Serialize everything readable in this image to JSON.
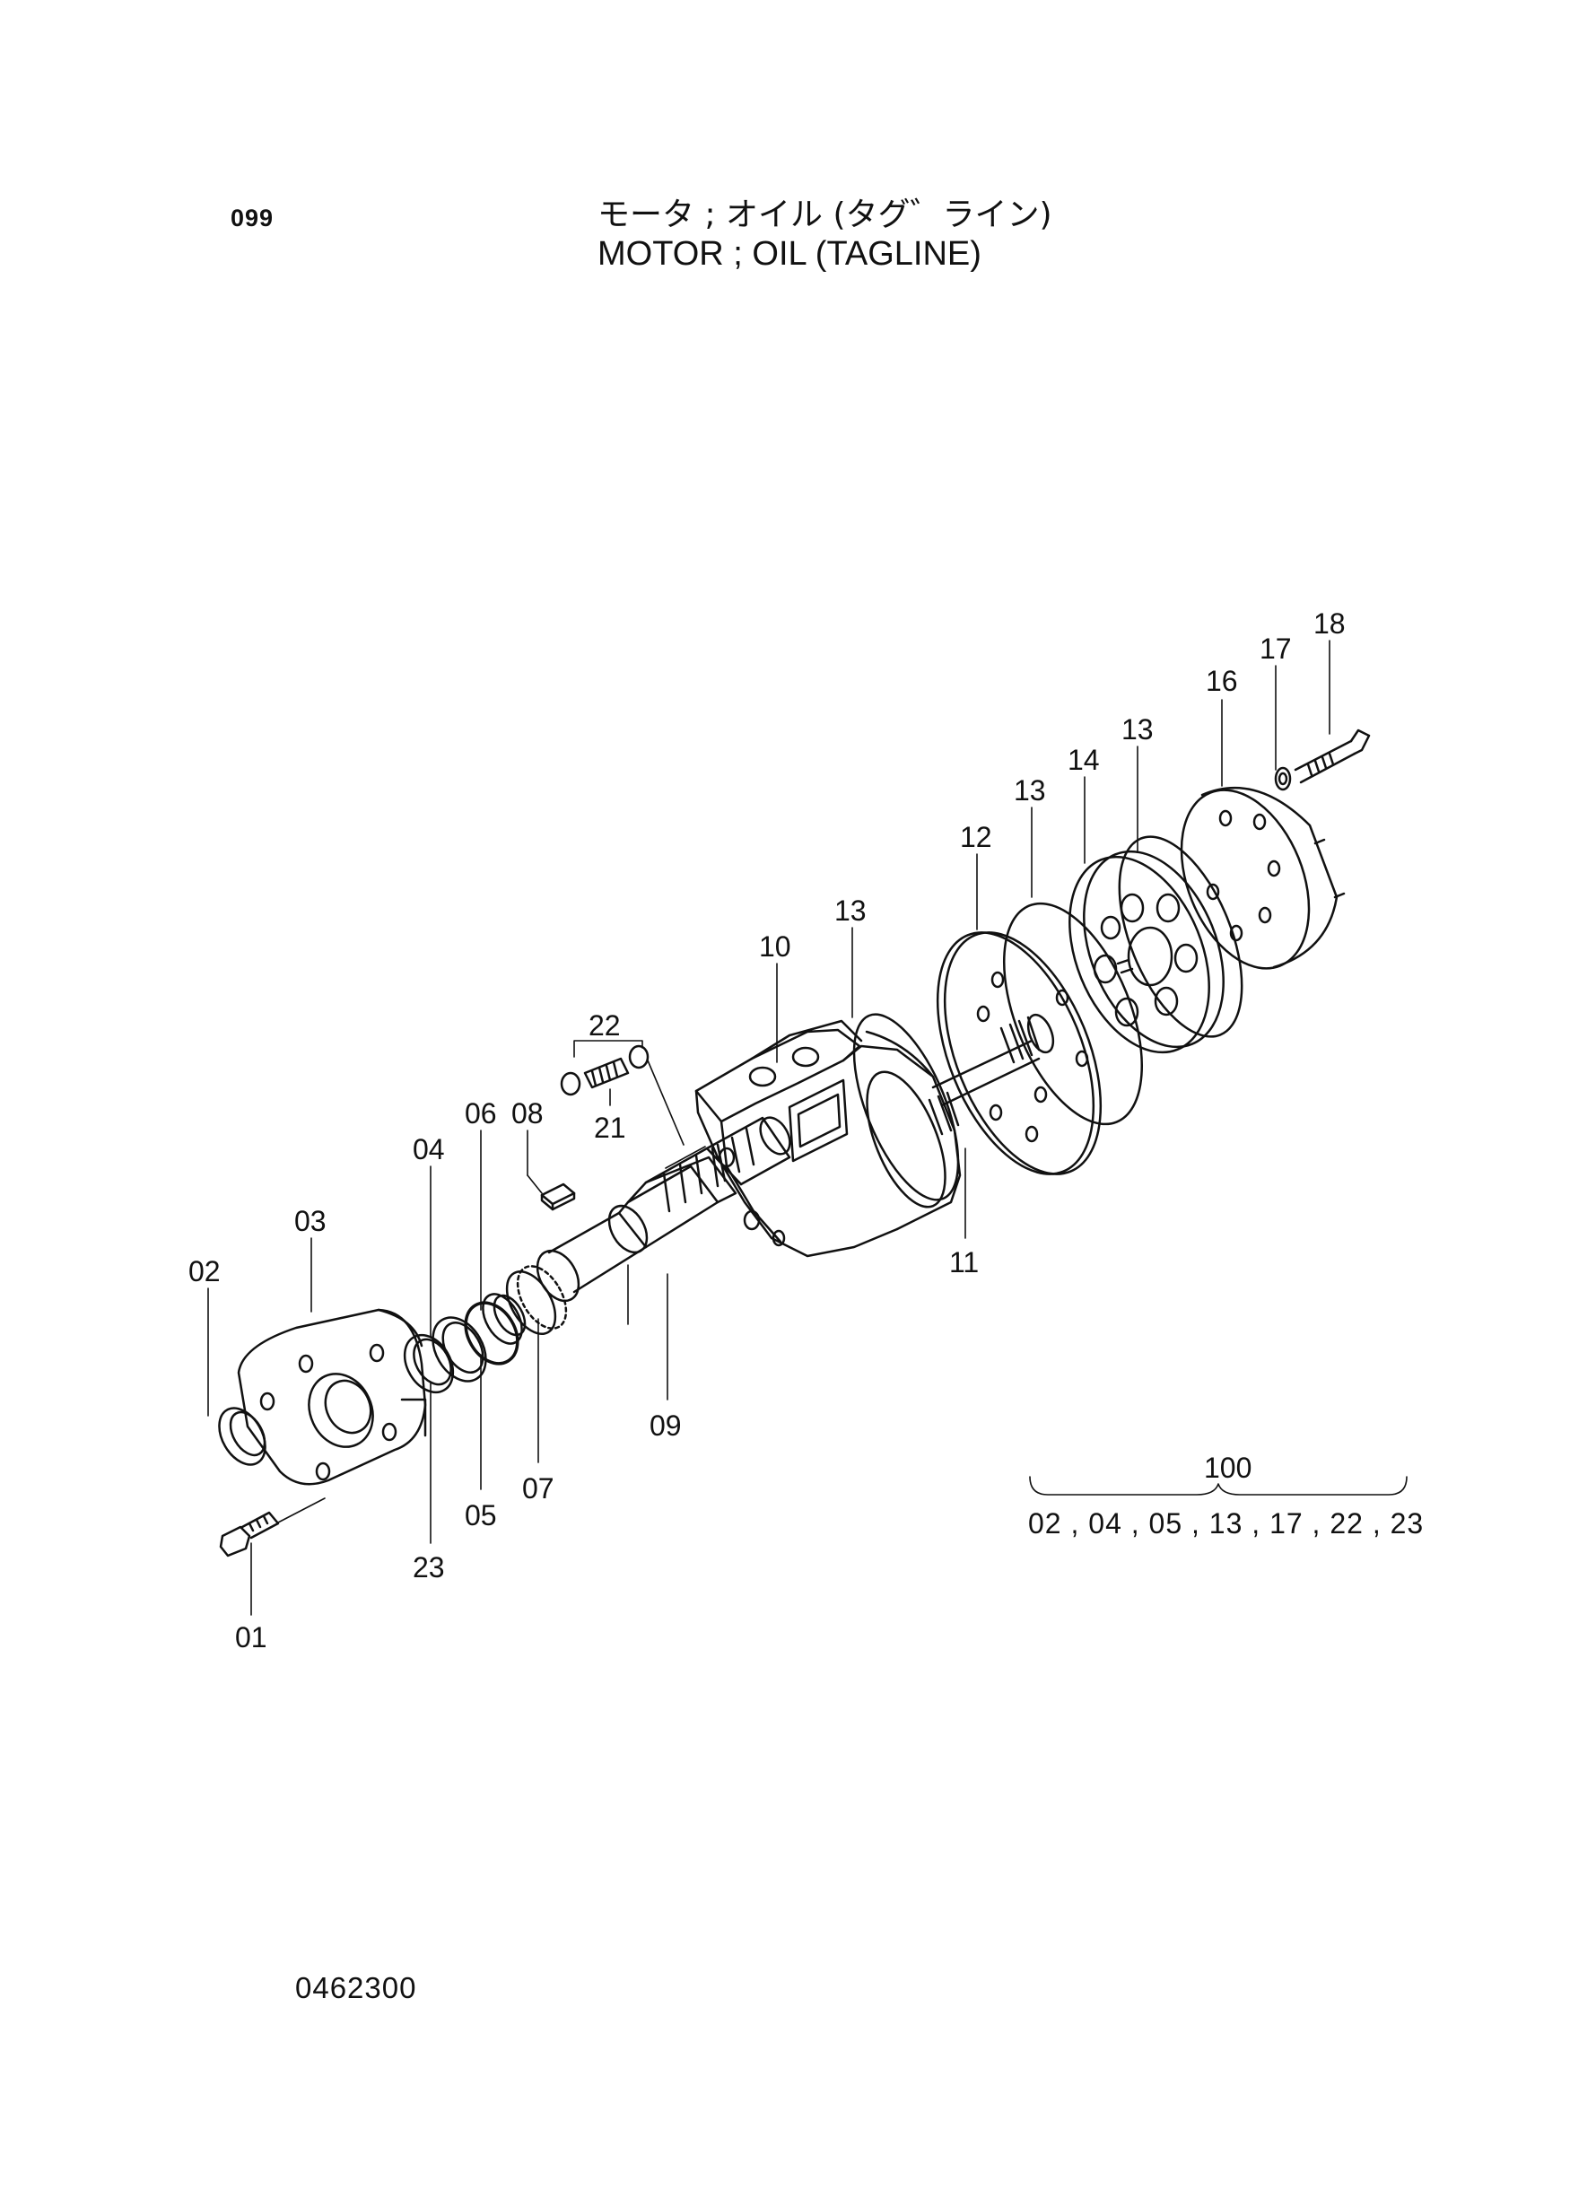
{
  "header": {
    "page_number": "099",
    "title_jp": "モータ ; オイル (タグ゛ライン)",
    "title_en": "MOTOR ; OIL (TAGLINE)"
  },
  "footer": {
    "document_number": "0462300"
  },
  "kit": {
    "number": "100",
    "items": "02 , 04 , 05 , 13 , 17 , 22 , 23"
  },
  "callouts": {
    "c01": "01",
    "c02": "02",
    "c03": "03",
    "c04": "04",
    "c05": "05",
    "c06": "06",
    "c07": "07",
    "c08": "08",
    "c09": "09",
    "c10": "10",
    "c11": "11",
    "c12": "12",
    "c13a": "13",
    "c13b": "13",
    "c13c": "13",
    "c14": "14",
    "c16": "16",
    "c17": "17",
    "c18": "18",
    "c21": "21",
    "c22": "22",
    "c23": "23"
  },
  "colors": {
    "ink": "#111111",
    "paper": "#ffffff"
  }
}
